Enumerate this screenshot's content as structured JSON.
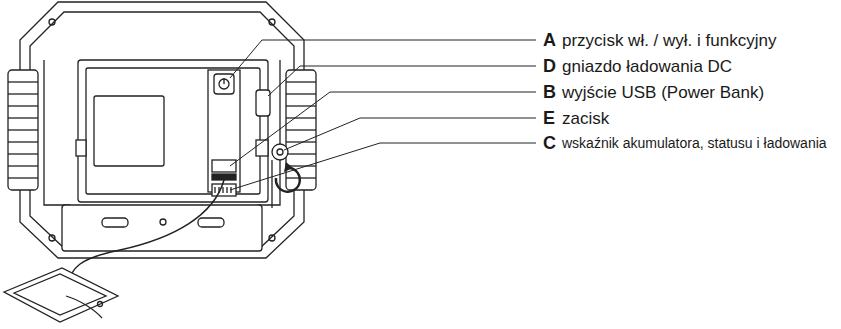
{
  "diagram": {
    "labels": [
      "A",
      "przycisk wł. / wył. i funkcyjny",
      "D",
      "gniazdo ładowania DC",
      "B",
      "wyjście USB (Power Bank)",
      "E",
      "zacisk",
      "C",
      "wskaźnik akumulatora, statusu i ładowania"
    ]
  }
}
